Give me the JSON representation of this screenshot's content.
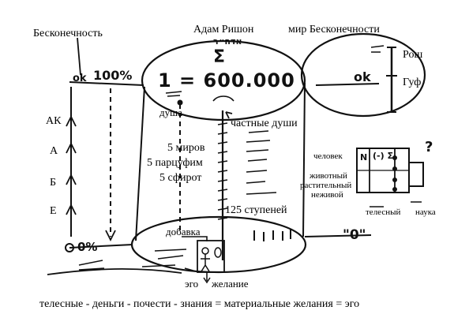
{
  "labels": {
    "infinity": "Бесконечность",
    "adam": "Адам Ришон",
    "world_infinity": "мир Бесконечности",
    "rosh": "Рош",
    "guf": "Гуф",
    "ak": "АК",
    "a": "А",
    "b": "Б",
    "e": "Е",
    "soul": "душа",
    "partial_souls": "частные души",
    "worlds_5": "5 миров",
    "partzufim_5": "5 парцуфим",
    "sefirot_5": "5 сфирот",
    "steps_125": "125 ступеней",
    "addition": "добавка",
    "ego": "эго",
    "desire": "желание",
    "human": "человек",
    "animal": "животный",
    "vegetative": "растительный",
    "inanimate": "неживой",
    "bodily": "телесный",
    "science": "наука",
    "bottom_line": "телесные - деньги - почести - знания = материальные желания = эго"
  },
  "handwriting": {
    "adam_hebrew": "אדה״ר",
    "equation": "1 = 600.000",
    "sigma": "Σ",
    "ok": "ok",
    "percent_100": "100%",
    "zero_percent": "0%",
    "zero_quote": "\"0\"",
    "cells": [
      "N",
      "(-) Σ",
      "?"
    ],
    "question": "?"
  }
}
